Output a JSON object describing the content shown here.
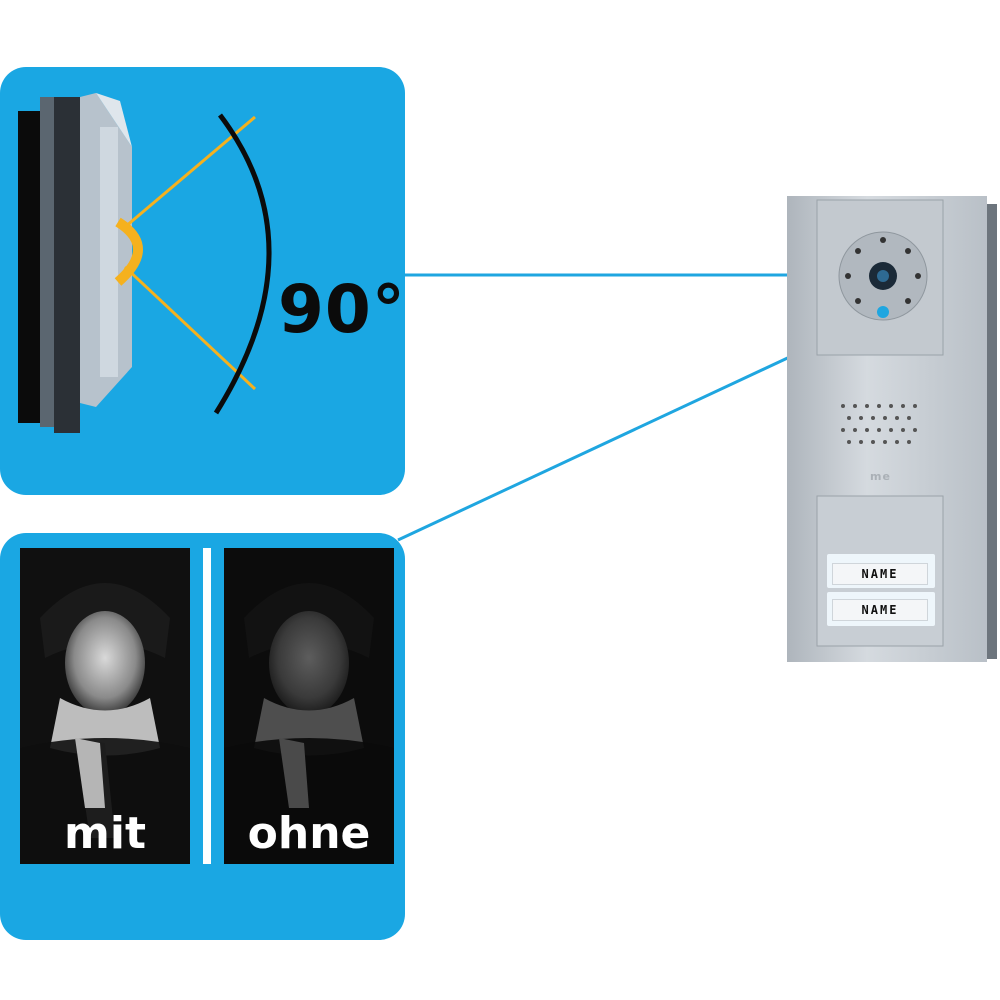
{
  "angle_panel": {
    "angle_label": "90°"
  },
  "comparison": {
    "with_label": "mit",
    "without_label": "ohne"
  },
  "door_station": {
    "brand": "me",
    "name_tags": [
      "NAME",
      "NAME"
    ]
  },
  "colors": {
    "panel_blue": "#1aa7e3",
    "connector_blue": "#1fa6e0",
    "device_silver": "#c9ced3",
    "fov_yellow": "#f5b11e"
  }
}
